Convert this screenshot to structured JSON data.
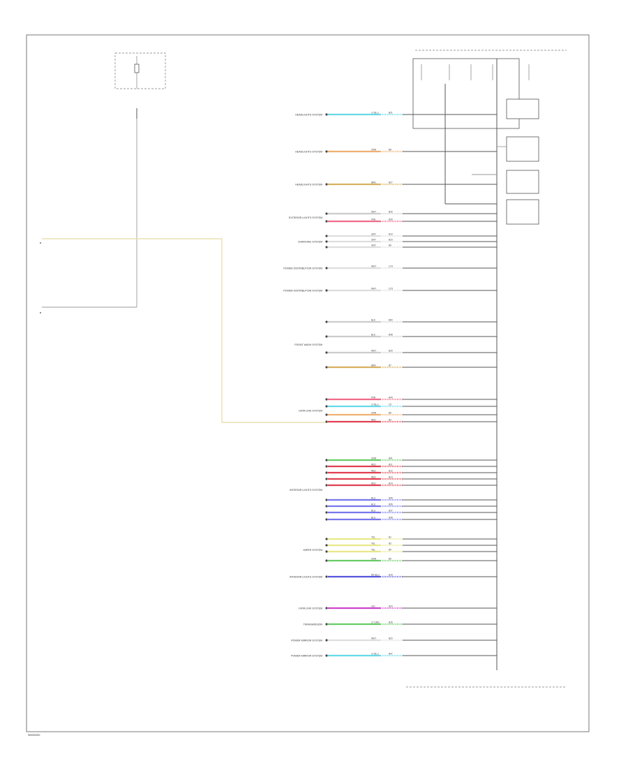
{
  "footer_code": "W0000000",
  "colors": {
    "frame": "#7a7a7a",
    "ground_wire": "#9a9a9a",
    "cyan": "#66d9e8",
    "orange": "#f0b070",
    "tan": "#d8b060",
    "pink": "#f06a8a",
    "green": "#66cc66",
    "red": "#e04050",
    "blue": "#7777ee",
    "yellow": "#e8e888",
    "violet": "#cc44cc",
    "yellow_trunk": "#e8e0b0"
  },
  "wire_groups": [
    {
      "label": "HEADLIGHTS SYSTEM",
      "wires": [
        {
          "color": "#66d9e8",
          "code": "LT BLU",
          "pin": "B21"
        }
      ]
    },
    {
      "label": "HEADLIGHTS SYSTEM",
      "wires": [
        {
          "color": "#f0b070",
          "code": "ORN",
          "pin": "B8"
        }
      ]
    },
    {
      "label": "HEADLIGHTS SYSTEM",
      "wires": [
        {
          "color": "#d8b060",
          "code": "BRN",
          "pin": "B27"
        }
      ]
    },
    {
      "label": "EXTERIOR LIGHTS SYSTEM",
      "wires": [
        {
          "color": "#cccccc",
          "code": "WHT",
          "pin": "B30"
        },
        {
          "color": "#f06a8a",
          "code": "PNK",
          "pin": "B39"
        }
      ]
    },
    {
      "label": "CHARGING SYSTEM",
      "wires": [
        {
          "color": "#dddddd",
          "code": "GRY",
          "pin": "B10"
        },
        {
          "color": "#dddddd",
          "code": "GRY",
          "pin": "B23"
        },
        {
          "color": "#dddddd",
          "code": "GRY",
          "pin": "B6"
        }
      ]
    },
    {
      "label": "POWER DISTRIBUTION SYSTEM",
      "wires": [
        {
          "color": "#dddddd",
          "code": "WHT",
          "pin": "C14"
        }
      ]
    },
    {
      "label": "POWER DISTRIBUTION SYSTEM",
      "wires": [
        {
          "color": "#dddddd",
          "code": "WHT",
          "pin": "C23"
        }
      ]
    },
    {
      "label": "FRONT WASH SYSTEM",
      "wires": [
        {
          "color": "#cccccc",
          "code": "BLK",
          "pin": "B50"
        },
        {
          "color": "#cccccc",
          "code": "BLK",
          "pin": "B48"
        },
        {
          "color": "#cccccc",
          "code": "WHT",
          "pin": "B29"
        },
        {
          "color": "#d8b060",
          "code": "BRN",
          "pin": "B7"
        }
      ]
    },
    {
      "label": "DATA LINK SYSTEM",
      "wires": [
        {
          "color": "#f06a8a",
          "code": "PNK",
          "pin": "B44"
        },
        {
          "color": "#66d9e8",
          "code": "LT BLU",
          "pin": "C5"
        },
        {
          "color": "#f0b070",
          "code": "ORN",
          "pin": "B5"
        },
        {
          "color": "#e04050",
          "code": "RED",
          "pin": "B3"
        }
      ]
    },
    {
      "label": "INTERIOR LIGHTS SYSTEM",
      "wires": [
        {
          "color": "#66cc66",
          "code": "GRN",
          "pin": "B41"
        },
        {
          "color": "#e04050",
          "code": "RED",
          "pin": "B11"
        },
        {
          "color": "#e04050",
          "code": "RED",
          "pin": "B12"
        },
        {
          "color": "#e04050",
          "code": "RED",
          "pin": "B13"
        },
        {
          "color": "#e04050",
          "code": "RED",
          "pin": "B14"
        },
        {
          "color": "#7777ee",
          "code": "BLU",
          "pin": "B35"
        },
        {
          "color": "#7777ee",
          "code": "BLU",
          "pin": "B36"
        },
        {
          "color": "#7777ee",
          "code": "BLU",
          "pin": "B37"
        },
        {
          "color": "#7777ee",
          "code": "BLU",
          "pin": "B38"
        }
      ]
    },
    {
      "label": "WIPER SYSTEM",
      "wires": [
        {
          "color": "#e8e888",
          "code": "YEL",
          "pin": "B1"
        },
        {
          "color": "#e8e888",
          "code": "YEL",
          "pin": "B2"
        },
        {
          "color": "#e8e888",
          "code": "YEL",
          "pin": "B4"
        },
        {
          "color": "#66cc66",
          "code": "GRN",
          "pin": "B9"
        }
      ]
    },
    {
      "label": "INTERIOR LIGHTS SYSTEM",
      "wires": [
        {
          "color": "#5555dd",
          "code": "DK BLU",
          "pin": "B15"
        }
      ]
    },
    {
      "label": "DATA LINK SYSTEM",
      "wires": [
        {
          "color": "#cc44cc",
          "code": "VIO",
          "pin": "B24"
        }
      ]
    },
    {
      "label": "TRANSMISSION",
      "wires": [
        {
          "color": "#66cc66",
          "code": "LT GRN",
          "pin": "B26"
        }
      ]
    },
    {
      "label": "POWER MIRROR SYSTEM",
      "wires": [
        {
          "color": "#dddddd",
          "code": "WHT",
          "pin": "B20"
        }
      ]
    },
    {
      "label": "POWER MIRROR SYSTEM",
      "wires": [
        {
          "color": "#66d9e8",
          "code": "LT BLU",
          "pin": "B47"
        }
      ]
    }
  ]
}
